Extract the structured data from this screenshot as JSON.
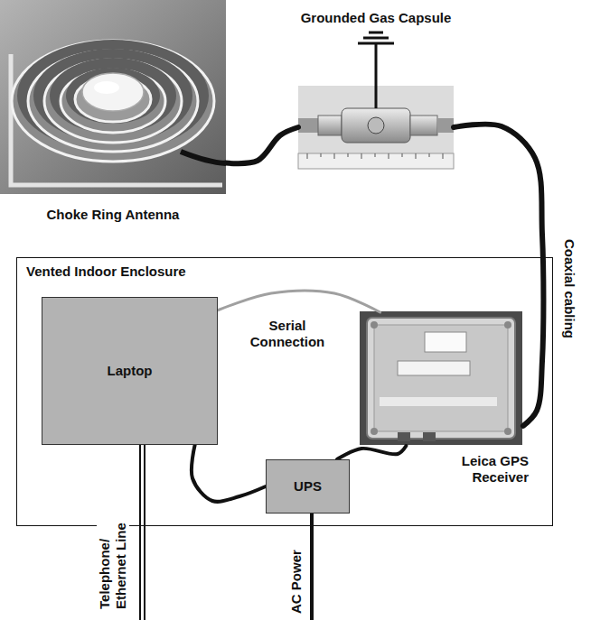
{
  "diagram": {
    "nodes": [
      {
        "text": [
          "Choke Ring Antenna"
        ]
      },
      {
        "text": [
          "Grounded Gas Capsule"
        ]
      },
      {
        "text": [
          "Vented Indoor Enclosure"
        ]
      },
      {
        "text": [
          "Laptop"
        ],
        "in": 2
      },
      {
        "text": [
          "Leica GPS Receiver"
        ],
        "in": 2
      },
      {
        "text": [
          "UPS"
        ],
        "in": 2
      }
    ],
    "edges": [
      {
        "from": 0,
        "to": 1,
        "arrow": "none"
      },
      {
        "from": 1,
        "to": 4,
        "arrow": "none",
        "label": "Coaxial cabling"
      },
      {
        "from": 3,
        "to": 4,
        "arrow": "none",
        "label": "Serial Connection"
      },
      {
        "from": 3,
        "to": 5,
        "arrow": "none"
      },
      {
        "from": 4,
        "to": 5,
        "arrow": "none"
      }
    ],
    "labels": [
      "Telephone/ Ethernet Line",
      "AC Power"
    ]
  }
}
